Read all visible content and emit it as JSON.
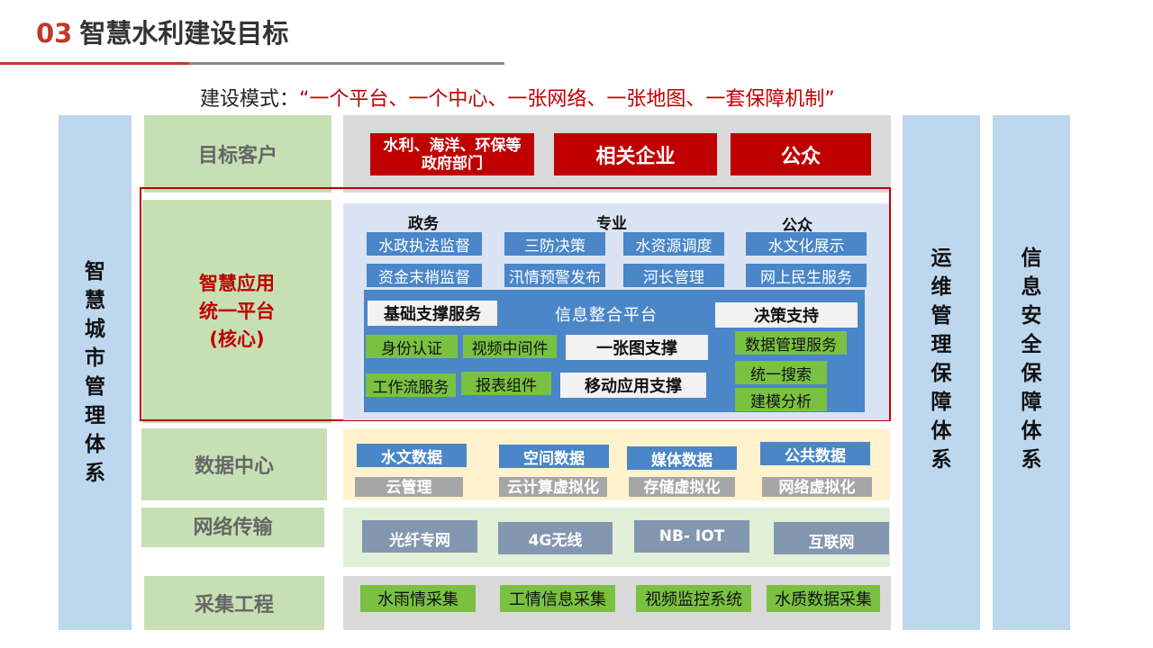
{
  "header": {
    "number": "03",
    "title": "智慧水利建设目标"
  },
  "mode": {
    "label": "建设模式：",
    "text": "“一个平台、一个中心、一张网络、一张地图、一套保障机制”"
  },
  "side_left": "智慧城市管理体系",
  "side_right1": "运维管理保障体系",
  "side_right2": "信息安全保障体系",
  "layers": {
    "customers": "目标客户",
    "core": [
      "智慧应用",
      "统一平台",
      "(核心)"
    ],
    "data_center": "数据中心",
    "network": "网络传输",
    "collection": "采集工程"
  },
  "customers": [
    "水利、海洋、环保等政府部门",
    "相关企业",
    "公众"
  ],
  "apps": {
    "categories": [
      "政务",
      "专业",
      "公众"
    ],
    "row1": [
      "水政执法监督",
      "三防决策",
      "水资源调度",
      "水文化展示"
    ],
    "row2": [
      "资金末梢监督",
      "汛情预警发布",
      "河长管理",
      "网上民生服务"
    ]
  },
  "platform": {
    "title": "信息整合平台",
    "basic": "基础支撑服务",
    "decision": "决策支持",
    "identity": "身份认证",
    "video_mw": "视频中间件",
    "map": "一张图支撑",
    "data_mgmt": "数据管理服务",
    "workflow": "工作流服务",
    "report": "报表组件",
    "mobile": "移动应用支撑",
    "search": "统一搜索",
    "modeling": "建模分析"
  },
  "data": {
    "row1": [
      "水文数据",
      "空间数据",
      "媒体数据",
      "公共数据"
    ],
    "row2": [
      "云管理",
      "云计算虚拟化",
      "存储虚拟化",
      "网络虚拟化"
    ]
  },
  "network": [
    "光纤专网",
    "4G无线",
    "NB- IOT",
    "互联网"
  ],
  "collection": [
    "水雨情采集",
    "工情信息采集",
    "视频监控系统",
    "水质数据采集"
  ]
}
